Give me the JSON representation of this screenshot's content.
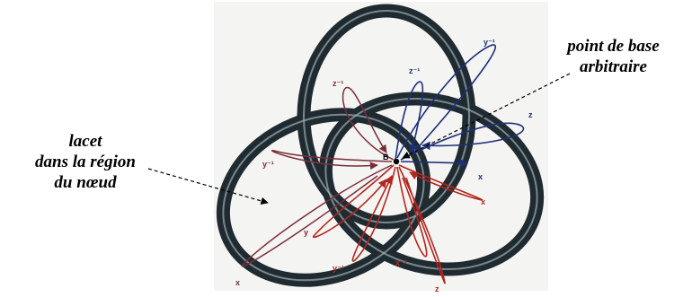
{
  "left_label": {
    "line1": "lacet",
    "line2": "dans la région",
    "line3": "du nœud"
  },
  "right_label": {
    "line1": "point de base",
    "line2": "arbitraire"
  },
  "base_point_label": "B",
  "generator_labels": {
    "y_inv_top": "y⁻¹",
    "z_inv_top": "z⁻¹",
    "z_inv_left": "z⁻¹",
    "y_inv_left": "y⁻¹",
    "z_right": "z",
    "x_right": "x",
    "x_red": "x",
    "y_left": "y",
    "x_bottom_left": "x",
    "y_inv_bottom": "y⁻¹",
    "x_inv_bottom": "x⁻¹",
    "z_bottom": "z"
  },
  "colors": {
    "knot": "#1f2b30",
    "knot_highlight": "#9fb0b6",
    "blue_loops": "#1d2f78",
    "red_loops": "#b3261e",
    "purple_loops": "#7a2c3a",
    "callout_text": "#000000"
  }
}
